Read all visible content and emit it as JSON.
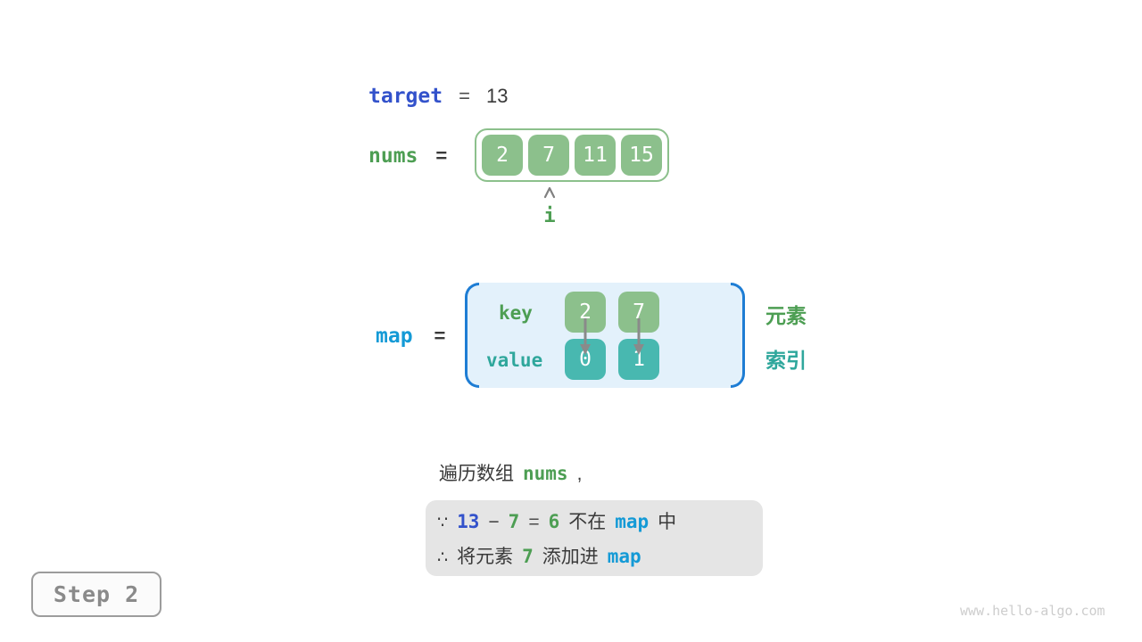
{
  "target_row": {
    "keyword": "target",
    "equals": "=",
    "value": "13"
  },
  "nums_row": {
    "keyword": "nums",
    "equals": "=",
    "cells": [
      "2",
      "7",
      "11",
      "15"
    ],
    "pointer_label": "i"
  },
  "map_row": {
    "keyword": "map",
    "equals": "=",
    "key_label": "key",
    "value_label": "value",
    "entries": [
      {
        "key": "2",
        "value": "0"
      },
      {
        "key": "7",
        "value": "1"
      }
    ],
    "element_label": "元素",
    "index_label": "索引"
  },
  "caption": {
    "text": "遍历数组",
    "code": "nums",
    "comma": ","
  },
  "note": {
    "line1": {
      "because": "∵",
      "minuend": "13",
      "minus": "−",
      "subtrahend": "7",
      "equals": "=",
      "difference": "6",
      "not_in": "不在",
      "map_ref": "map",
      "suffix": "中"
    },
    "line2": {
      "therefore": "∴",
      "prefix": "将元素",
      "element": "7",
      "action": "添加进",
      "map_ref": "map"
    }
  },
  "step_badge": {
    "label": "Step 2"
  },
  "watermark": {
    "text": "www.hello-algo.com"
  },
  "colors": {
    "keyword_blue": "#3352cb",
    "map_blue": "#149ad6",
    "bracket_blue": "#1e7dd4",
    "green_text": "#4d9e53",
    "teal_text": "#2fa79c",
    "cell_green": "#8cc08c",
    "cell_teal": "#48b8b0",
    "map_bg": "#e3f1fb",
    "note_bg": "#e5e5e5"
  }
}
